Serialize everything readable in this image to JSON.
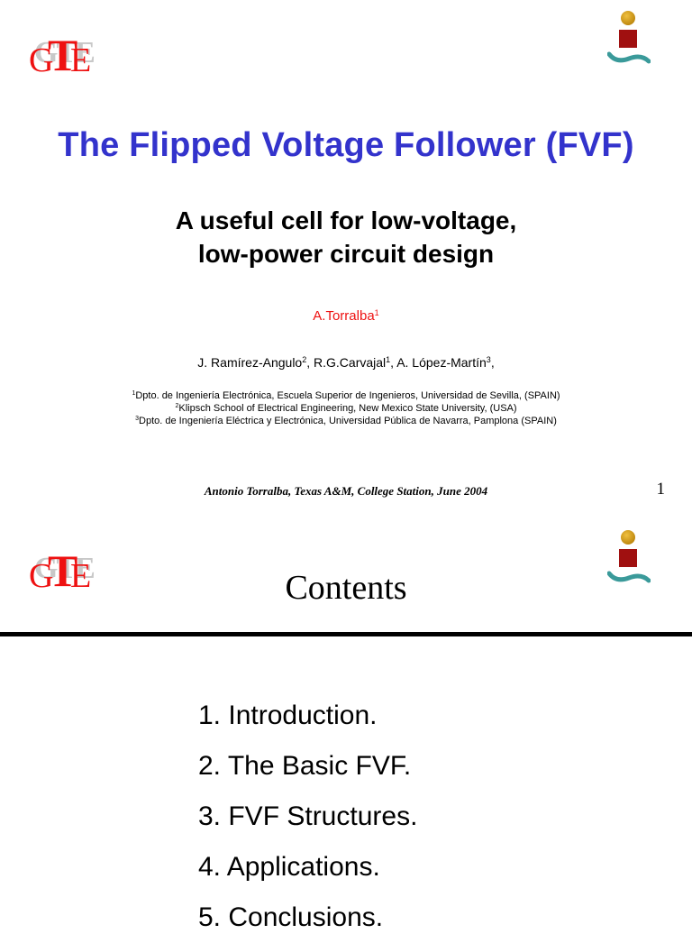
{
  "slide1": {
    "logos": {
      "left": {
        "text": "GTE",
        "letters": [
          "G",
          "T",
          "E"
        ]
      },
      "right": {
        "name": "university-logo"
      }
    },
    "title": "The Flipped Voltage Follower (FVF)",
    "subtitle_line1": "A useful cell for low-voltage,",
    "subtitle_line2": "low-power circuit design",
    "main_author": {
      "name": "A.Torralba",
      "sup": "1"
    },
    "coauthors": [
      {
        "name": "J. Ramírez-Angulo",
        "sup": "2",
        "sep": ", "
      },
      {
        "name": "R.G.Carvajal",
        "sup": "1",
        "sep": ", "
      },
      {
        "name": "A. López-Martín",
        "sup": "3",
        "sep": ","
      }
    ],
    "affiliations": [
      {
        "sup": "1",
        "text": "Dpto. de Ingeniería Electrónica, Escuela Superior de Ingenieros, Universidad de Sevilla, (SPAIN)"
      },
      {
        "sup": "2",
        "text": "Klipsch School of Electrical Engineering, New Mexico State University, (USA)"
      },
      {
        "sup": "3",
        "text": "Dpto. de Ingeniería Eléctrica y Electrónica, Universidad Pública de Navarra, Pamplona (SPAIN)"
      }
    ],
    "footer": "Antonio Torralba, Texas A&M, College Station, June 2004",
    "page_number": "1"
  },
  "slide2": {
    "logos": {
      "left": {
        "text": "GTE",
        "letters": [
          "G",
          "T",
          "E"
        ]
      },
      "right": {
        "name": "university-logo"
      }
    },
    "title": "Contents",
    "items": [
      "1. Introduction.",
      "2. The Basic FVF.",
      "3. FVF Structures.",
      "4. Applications.",
      "5. Conclusions."
    ]
  },
  "colors": {
    "title_blue": "#3333cc",
    "author_red": "#ee1111",
    "logo_red": "#ee1111",
    "logo_gold": "#c08a10",
    "logo_maroon": "#a01010",
    "logo_teal": "#3a9a9a"
  }
}
